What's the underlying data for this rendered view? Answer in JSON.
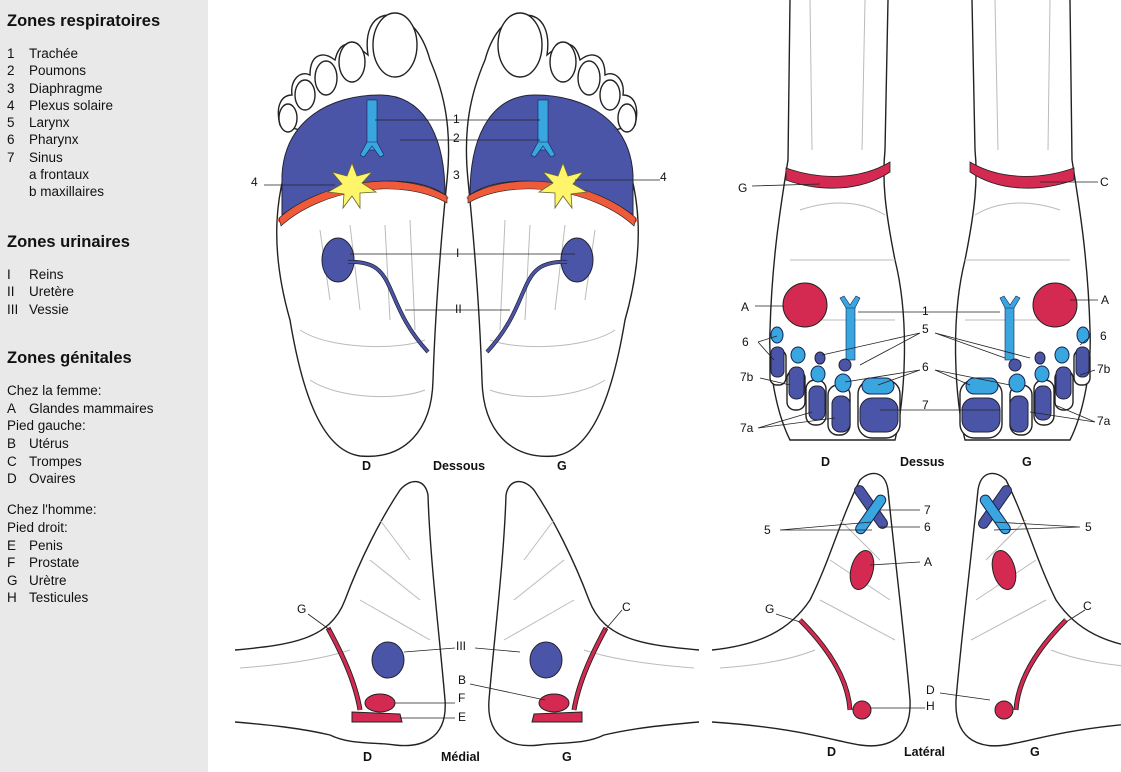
{
  "sidebar": {
    "respiratory": {
      "title": "Zones respiratoires",
      "items": [
        {
          "key": "1",
          "label": "Trachée"
        },
        {
          "key": "2",
          "label": "Poumons"
        },
        {
          "key": "3",
          "label": "Diaphragme"
        },
        {
          "key": "4",
          "label": "Plexus solaire"
        },
        {
          "key": "5",
          "label": "Larynx"
        },
        {
          "key": "6",
          "label": "Pharynx"
        },
        {
          "key": "7",
          "label": "Sinus"
        }
      ],
      "sub": [
        "a frontaux",
        "b maxillaires"
      ]
    },
    "urinary": {
      "title": "Zones urinaires",
      "items": [
        {
          "key": "I",
          "label": "Reins"
        },
        {
          "key": "II",
          "label": "Uretère"
        },
        {
          "key": "III",
          "label": "Vessie"
        }
      ]
    },
    "genital": {
      "title": "Zones génitales",
      "female_heading": "Chez la femme:",
      "female_items": [
        {
          "key": "A",
          "label": "Glandes mammaires"
        }
      ],
      "left_foot_heading": "Pied gauche:",
      "left_items": [
        {
          "key": "B",
          "label": "Utérus"
        },
        {
          "key": "C",
          "label": "Trompes"
        },
        {
          "key": "D",
          "label": "Ovaires"
        }
      ],
      "male_heading": "Chez l'homme:",
      "right_foot_heading": "Pied droit:",
      "right_items": [
        {
          "key": "E",
          "label": "Penis"
        },
        {
          "key": "F",
          "label": "Prostate"
        },
        {
          "key": "G",
          "label": "Urètre"
        },
        {
          "key": "H",
          "label": "Testicules"
        }
      ]
    }
  },
  "views": {
    "dessous": {
      "caption": "Dessous",
      "right": "D",
      "left": "G",
      "labels": {
        "l1": "1",
        "l2": "2",
        "l3": "3",
        "l4a": "4",
        "l4b": "4",
        "lI": "I",
        "lII": "II"
      }
    },
    "dessus": {
      "caption": "Dessus",
      "right": "D",
      "left": "G",
      "labels": {
        "G": "G",
        "C": "C",
        "A1": "A",
        "A2": "A",
        "l1": "1",
        "l5": "5",
        "l6": "6",
        "l7": "7",
        "l6r": "6",
        "l7br": "7b",
        "l7ar": "7a",
        "l6l": "6",
        "l7bl": "7b",
        "l7al": "7a"
      }
    },
    "medial": {
      "caption": "Médial",
      "right": "D",
      "left": "G",
      "labels": {
        "G": "G",
        "C": "C",
        "III": "III",
        "B": "B",
        "F": "F",
        "E": "E"
      }
    },
    "lateral": {
      "caption": "Latéral",
      "right": "D",
      "left": "G",
      "labels": {
        "l7": "7",
        "l6": "6",
        "l5a": "5",
        "l5b": "5",
        "A": "A",
        "G": "G",
        "C": "C",
        "D": "D",
        "H": "H"
      }
    }
  },
  "colors": {
    "dark_blue": "#4a55a8",
    "light_blue": "#3aa6e0",
    "red": "#d42a52",
    "orange": "#ef5a3a",
    "star": "#fff56a"
  }
}
